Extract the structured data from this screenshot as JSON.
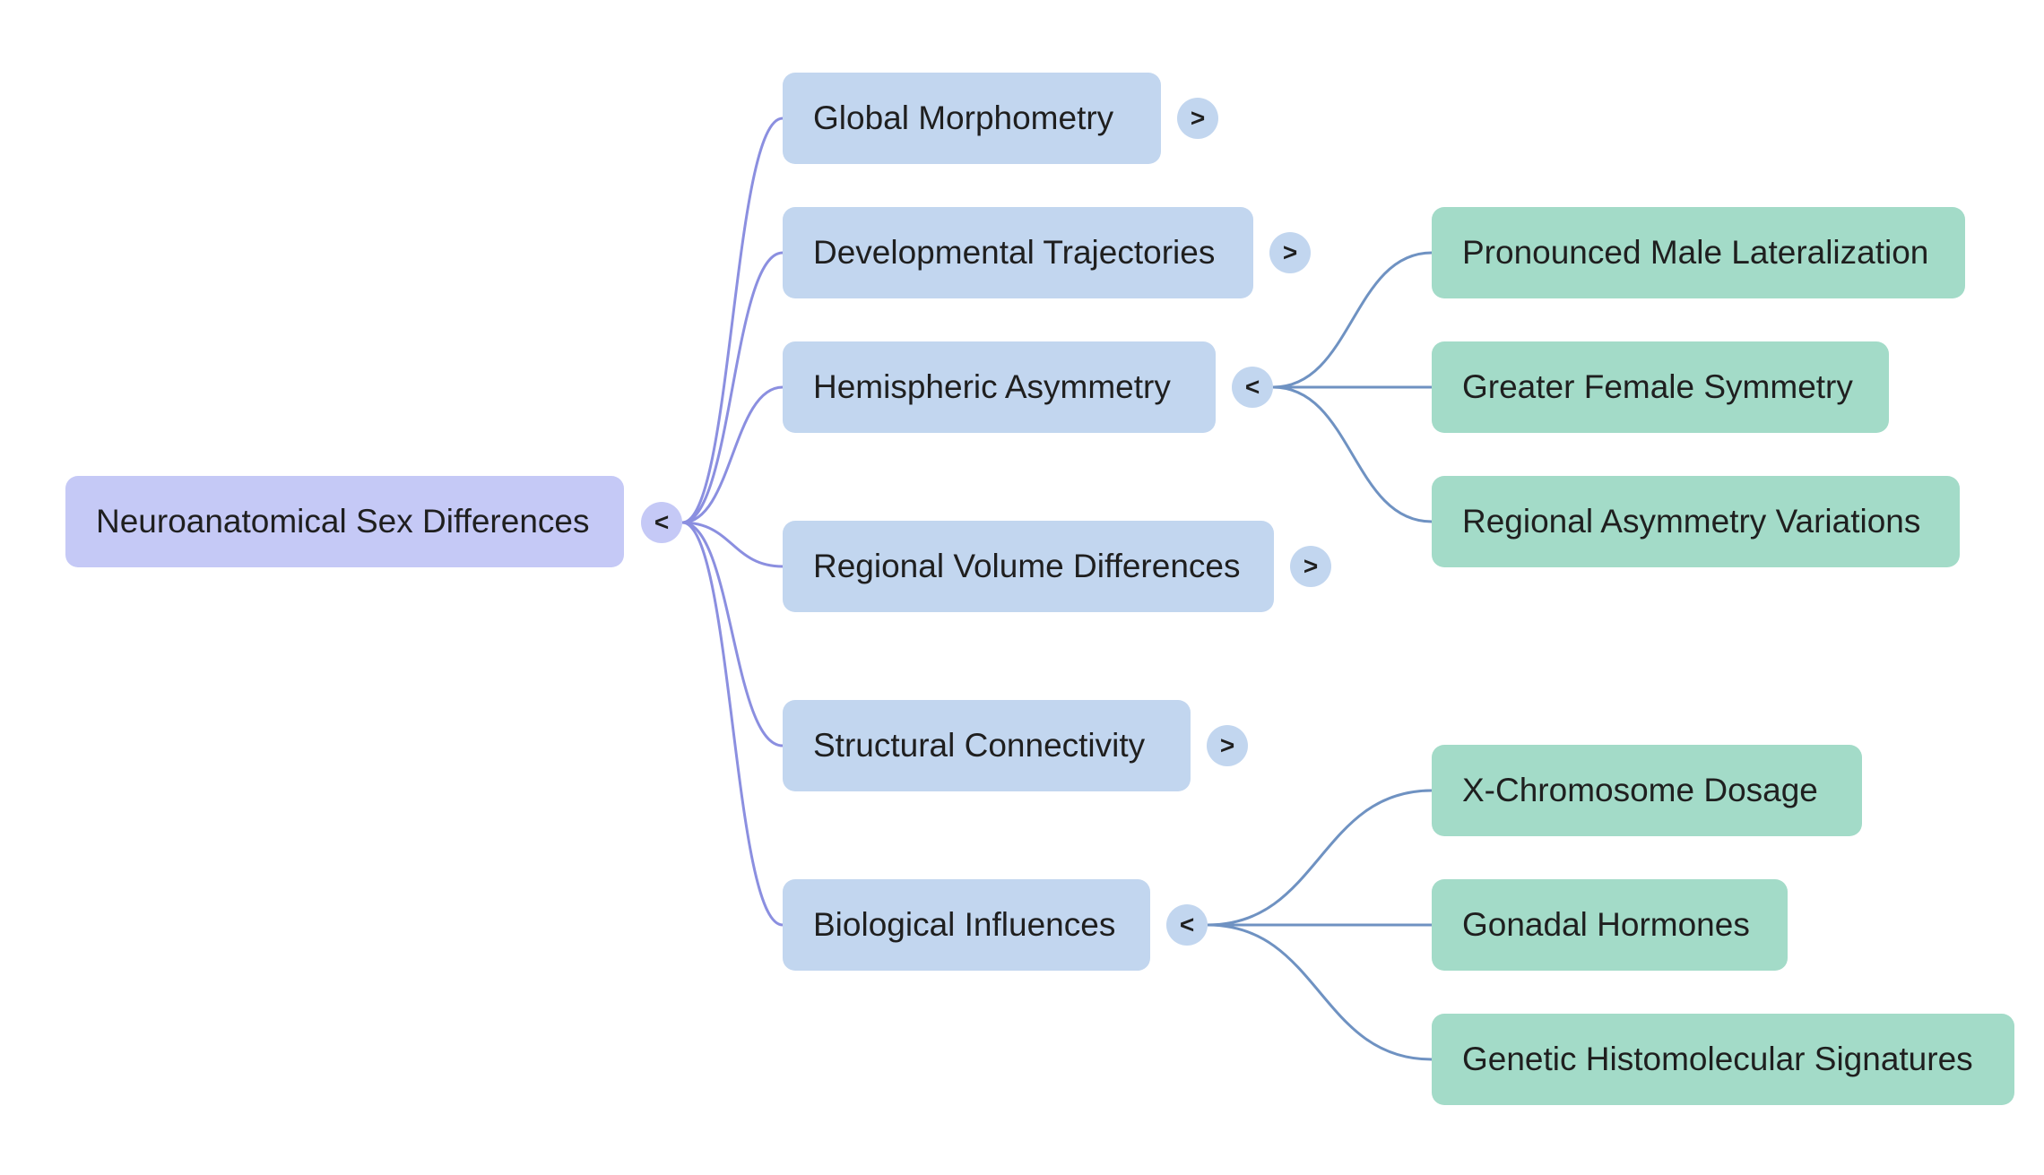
{
  "root": {
    "label": "Neuroanatomical Sex Differences",
    "toggle": "<"
  },
  "branches": [
    {
      "label": "Global Morphometry",
      "toggle": ">"
    },
    {
      "label": "Developmental Trajectories",
      "toggle": ">"
    },
    {
      "label": "Hemispheric Asymmetry",
      "toggle": "<",
      "children": [
        "Pronounced Male Lateralization",
        "Greater Female Symmetry",
        "Regional Asymmetry Variations"
      ]
    },
    {
      "label": "Regional Volume Differences",
      "toggle": ">"
    },
    {
      "label": "Structural Connectivity",
      "toggle": ">"
    },
    {
      "label": "Biological Influences",
      "toggle": "<",
      "children": [
        "X-Chromosome Dosage",
        "Gonadal Hormones",
        "Genetic Histomolecular Signatures"
      ]
    }
  ],
  "colors": {
    "root_fill": "#c5c9f6",
    "branch_fill": "#c2d6ef",
    "leaf_fill": "#a3dbc8",
    "root_link": "#8b8fe0",
    "branch_link": "#6f92c2"
  }
}
